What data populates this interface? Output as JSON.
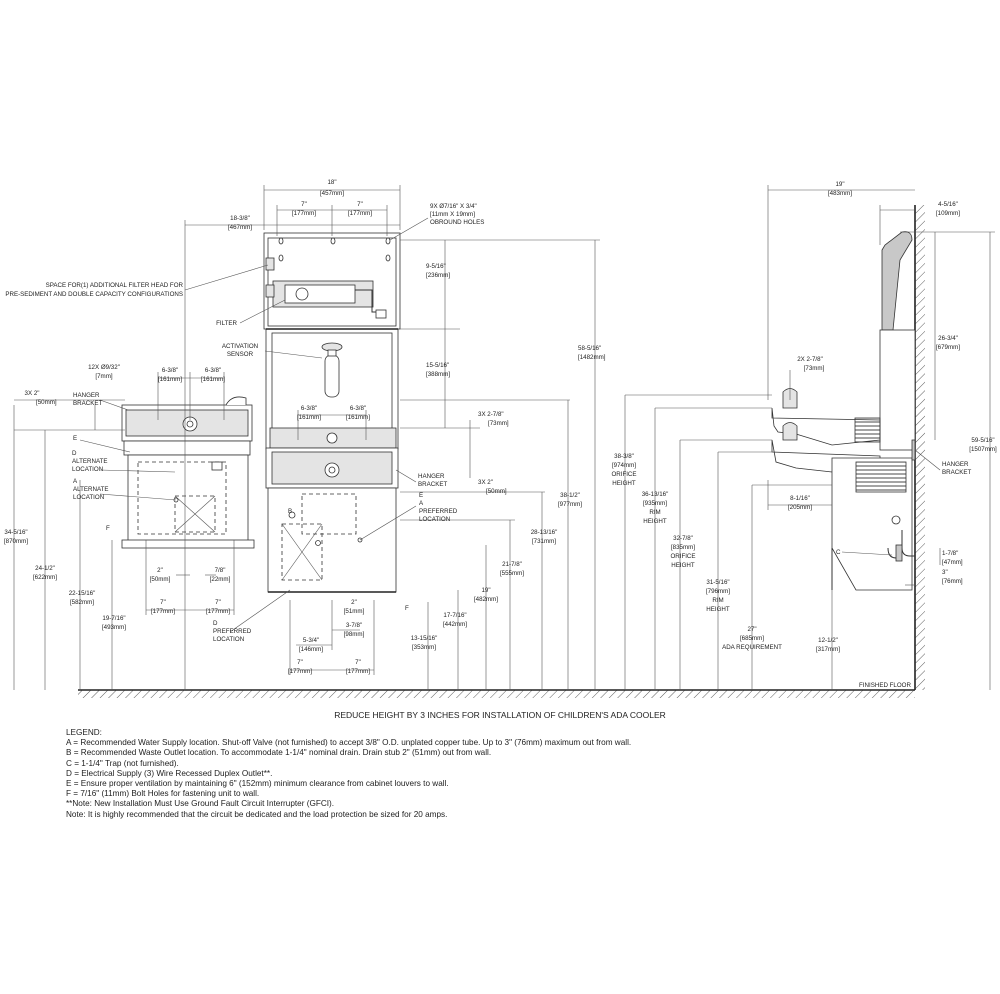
{
  "title_note": "REDUCE HEIGHT BY 3 INCHES FOR INSTALLATION OF CHILDREN'S ADA COOLER",
  "floor_label": "FINISHED FLOOR",
  "legend": {
    "heading": "LEGEND:",
    "lines": [
      "A = Recommended Water Supply location.  Shut-off Valve (not furnished) to accept 3/8\" O.D. unplated copper tube.  Up to 3\" (76mm) maximum out from wall.",
      "B = Recommended Waste Outlet location.  To accommodate 1-1/4\" nominal drain.  Drain stub 2\" (51mm) out from wall.",
      "C = 1-1/4\" Trap (not furnished).",
      "D = Electrical Supply (3) Wire Recessed Duplex Outlet**.",
      "E = Ensure proper ventilation by maintaining 6\" (152mm) minimum clearance from cabinet louvers to wall.",
      "F = 7/16\" (11mm) Bolt Holes for fastening unit to wall.",
      "**Note: New Installation Must Use Ground Fault Circuit Interrupter (GFCI).",
      "Note: It is highly recommended that the circuit be dedicated and the load protection be sized for 20 amps."
    ]
  },
  "front": {
    "d18": [
      "18\"",
      "[457mm]"
    ],
    "d7a": [
      "7\"",
      "[177mm]"
    ],
    "d7b": [
      "7\"",
      "[177mm]"
    ],
    "d18_38": [
      "18-3/8\"",
      "[467mm]"
    ],
    "holes": [
      "9X  Ø7/16\" X 3/4\"",
      "[11mm X 19mm]",
      "OBROUND HOLES"
    ],
    "space": [
      "SPACE FOR(1) ADDITIONAL FILTER HEAD FOR",
      "PRE-SEDIMENT AND DOUBLE CAPACITY CONFIGURATIONS"
    ],
    "filter": "FILTER",
    "d9_516": [
      "9-5/16\"",
      "[236mm]"
    ],
    "d58_516": [
      "58-5/16\"",
      "[1482mm]"
    ],
    "activation": [
      "ACTIVATION",
      "SENSOR"
    ],
    "d15_516": [
      "15-5/16\"",
      "[388mm]"
    ],
    "d12x": [
      "12X  Ø9/32\"",
      "[7mm]"
    ],
    "d6_38a": [
      "6-3/8\"",
      "[161mm]"
    ],
    "d6_38b": [
      "6-3/8\"",
      "[161mm]"
    ],
    "d6_38c": [
      "6-3/8\"",
      "[161mm]"
    ],
    "d6_38d": [
      "6-3/8\"",
      "[161mm]"
    ],
    "d3x2": [
      "3X  2\"",
      "[50mm]"
    ],
    "hanger_left": [
      "HANGER",
      "BRACKET"
    ],
    "e_left": "E",
    "d_alt": [
      "D",
      "ALTERNATE",
      "LOCATION"
    ],
    "a_alt": [
      "A",
      "ALTERNATE",
      "LOCATION"
    ],
    "d3x2_78": [
      "3X  2-7/8\"",
      "[73mm]"
    ],
    "hanger_mid": [
      "HANGER",
      "BRACKET"
    ],
    "d3x2b": [
      "3X  2\"",
      "[50mm]"
    ],
    "e_mid": "E",
    "a_pref": [
      "A",
      "PREFERRED",
      "LOCATION"
    ],
    "d38_12": [
      "38-1/2\"",
      "[977mm]"
    ],
    "d28_1316": [
      "28-13/16\"",
      "[731mm]"
    ],
    "d34_516": [
      "34-5/16\"",
      "[870mm]"
    ],
    "d24_12": [
      "24-1/2\"",
      "[622mm]"
    ],
    "d22_1516": [
      "22-15/16\"",
      "[582mm]"
    ],
    "d19_716": [
      "19-7/16\"",
      "[493mm]"
    ],
    "d2a": [
      "2\"",
      "[50mm]"
    ],
    "d7_8": [
      "7/8\"",
      "[22mm]"
    ],
    "d7c": [
      "7\"",
      "[177mm]"
    ],
    "d7d": [
      "7\"",
      "[177mm]"
    ],
    "f_left": "F",
    "b_left": "B",
    "d_pref": [
      "D",
      "PREFERRED",
      "LOCATION"
    ],
    "d2b": [
      "2\"",
      "[51mm]"
    ],
    "d3_78": [
      "3-7/8\"",
      "[98mm]"
    ],
    "d5_34": [
      "5-3/4\"",
      "[146mm]"
    ],
    "d7e": [
      "7\"",
      "[177mm]"
    ],
    "d7f": [
      "7\"",
      "[177mm]"
    ],
    "f_mid": "F",
    "d13_1516": [
      "13-15/16\"",
      "[353mm]"
    ],
    "d17_716": [
      "17-7/16\"",
      "[442mm]"
    ],
    "d19": [
      "19\"",
      "[482mm]"
    ],
    "d21_78": [
      "21-7/8\"",
      "[555mm]"
    ]
  },
  "side": {
    "d19": [
      "19\"",
      "[483mm]"
    ],
    "d4_516": [
      "4-5/16\"",
      "[109mm]"
    ],
    "d26_34": [
      "26-3/4\"",
      "[679mm]"
    ],
    "d59_516": [
      "59-5/16\"",
      "[1507mm]"
    ],
    "d2x": [
      "2X  2-7/8\"",
      "[73mm]"
    ],
    "d38_38": [
      "38-3/8\"",
      "[974mm]",
      "ORIFICE",
      "HEIGHT"
    ],
    "d36_1316": [
      "36-13/16\"",
      "[935mm]",
      "RIM",
      "HEIGHT"
    ],
    "d32_78": [
      "32-7/8\"",
      "[835mm]",
      "ORIFICE",
      "HEIGHT"
    ],
    "d31_516": [
      "31-5/16\"",
      "[796mm]",
      "RIM",
      "HEIGHT"
    ],
    "d27": [
      "27\"",
      "[685mm]",
      "ADA REQUIREMENT"
    ],
    "d8_116": [
      "8-1/16\"",
      "[205mm]"
    ],
    "c_label": "C",
    "d1_78": [
      "1-7/8\"",
      "[47mm]"
    ],
    "d3": [
      "3\"",
      "[76mm]"
    ],
    "d12_12": [
      "12-1/2\"",
      "[317mm]"
    ],
    "hanger": [
      "HANGER",
      "BRACKET"
    ]
  }
}
